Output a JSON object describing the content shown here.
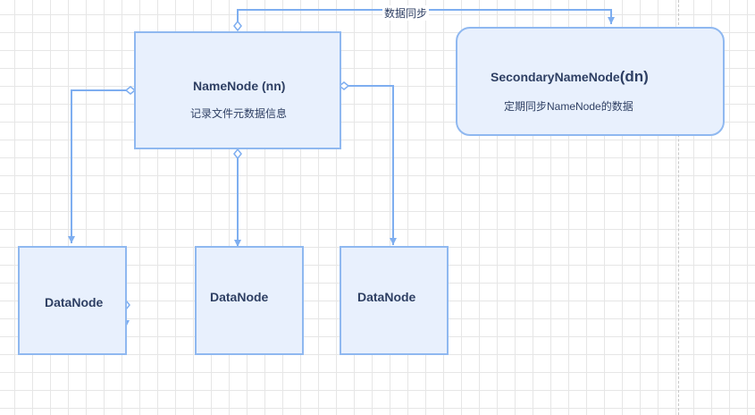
{
  "nodes": {
    "namenode": {
      "title": "NameNode (nn)",
      "subtitle": "记录文件元数据信息"
    },
    "secondary": {
      "title_main": "SecondaryNameNode",
      "title_suffix": "(dn)",
      "subtitle": "定期同步NameNode的数据"
    },
    "datanodes": [
      {
        "label": "DataNode"
      },
      {
        "label": "DataNode"
      },
      {
        "label": "DataNode"
      }
    ]
  },
  "edges": {
    "sync_label": "数据同步"
  },
  "colors": {
    "node_fill": "#e8f0fd",
    "node_stroke": "#8fb8f0",
    "text": "#2e3f63",
    "connector": "#7eaef0"
  }
}
